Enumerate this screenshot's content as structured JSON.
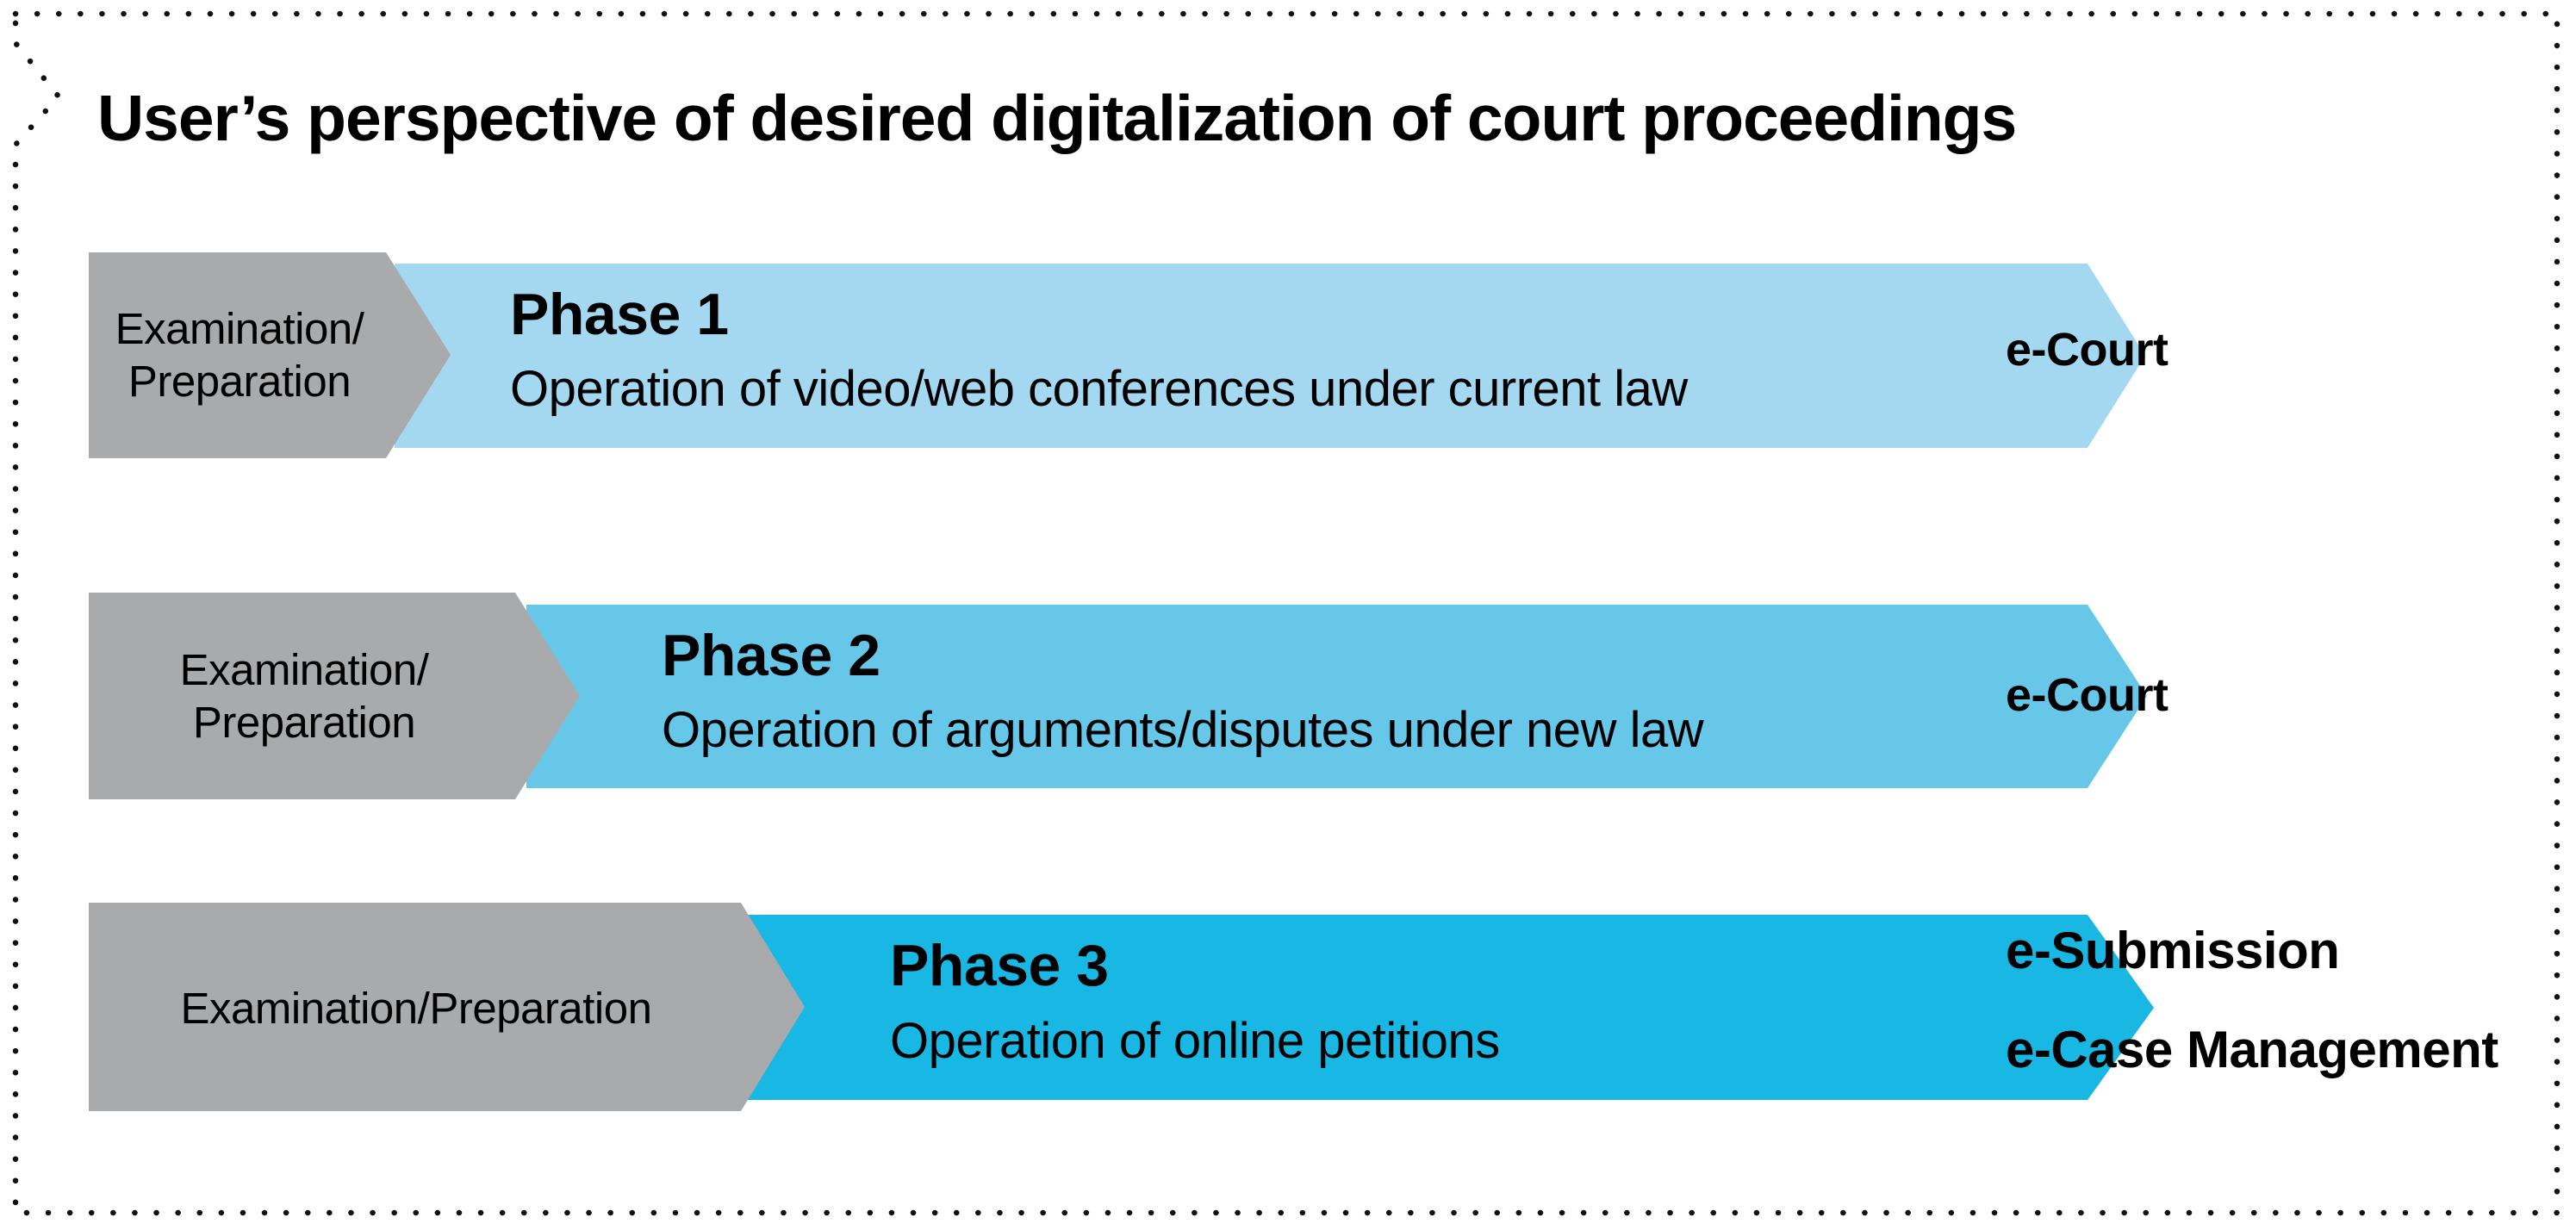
{
  "title": "User’s perspective of desired digitalization of court proceedings",
  "colors": {
    "phase1_bar": "#a3d8f0",
    "phase2_bar": "#66c7e9",
    "phase3_bar": "#18b7e4",
    "stage_gray": "#a9aaac",
    "frame_dots": "#111111"
  },
  "rows": [
    {
      "stage_label": [
        "Examination/",
        "Preparation"
      ],
      "phase": "Phase 1",
      "description": "Operation of video/web conferences under current law",
      "outputs": [
        "e-Court"
      ]
    },
    {
      "stage_label": [
        "Examination/",
        "Preparation"
      ],
      "phase": "Phase 2",
      "description": "Operation of arguments/disputes under new law",
      "outputs": [
        "e-Court"
      ]
    },
    {
      "stage_label": [
        "Examination/Preparation"
      ],
      "phase": "Phase 3",
      "description": "Operation of online petitions",
      "outputs": [
        "e-Submission",
        "e-Case Management"
      ]
    }
  ]
}
